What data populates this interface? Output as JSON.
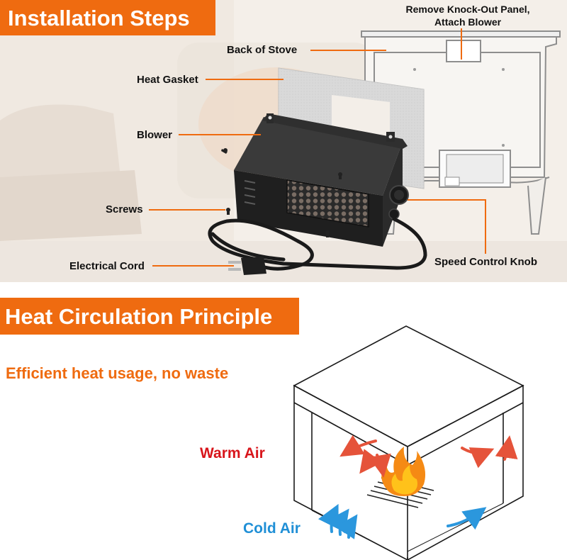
{
  "section1": {
    "title": "Installation Steps",
    "callouts": {
      "remove_panel_line1": "Remove Knock-Out Panel,",
      "remove_panel_line2": "Attach Blower",
      "back_of_stove": "Back of Stove",
      "heat_gasket": "Heat Gasket",
      "blower": "Blower",
      "screws": "Screws",
      "electrical_cord": "Electrical Cord",
      "speed_control_knob": "Speed Control Knob"
    }
  },
  "section2": {
    "title": "Heat Circulation Principle",
    "subtitle": "Efficient heat usage, no waste",
    "warm_air_label": "Warm Air",
    "cold_air_label": "Cold Air"
  },
  "colors": {
    "accent": "#ef6b10",
    "warm_air": "#d8151b",
    "cold_air": "#1f8fd6",
    "leader_line": "#ef6b10"
  }
}
